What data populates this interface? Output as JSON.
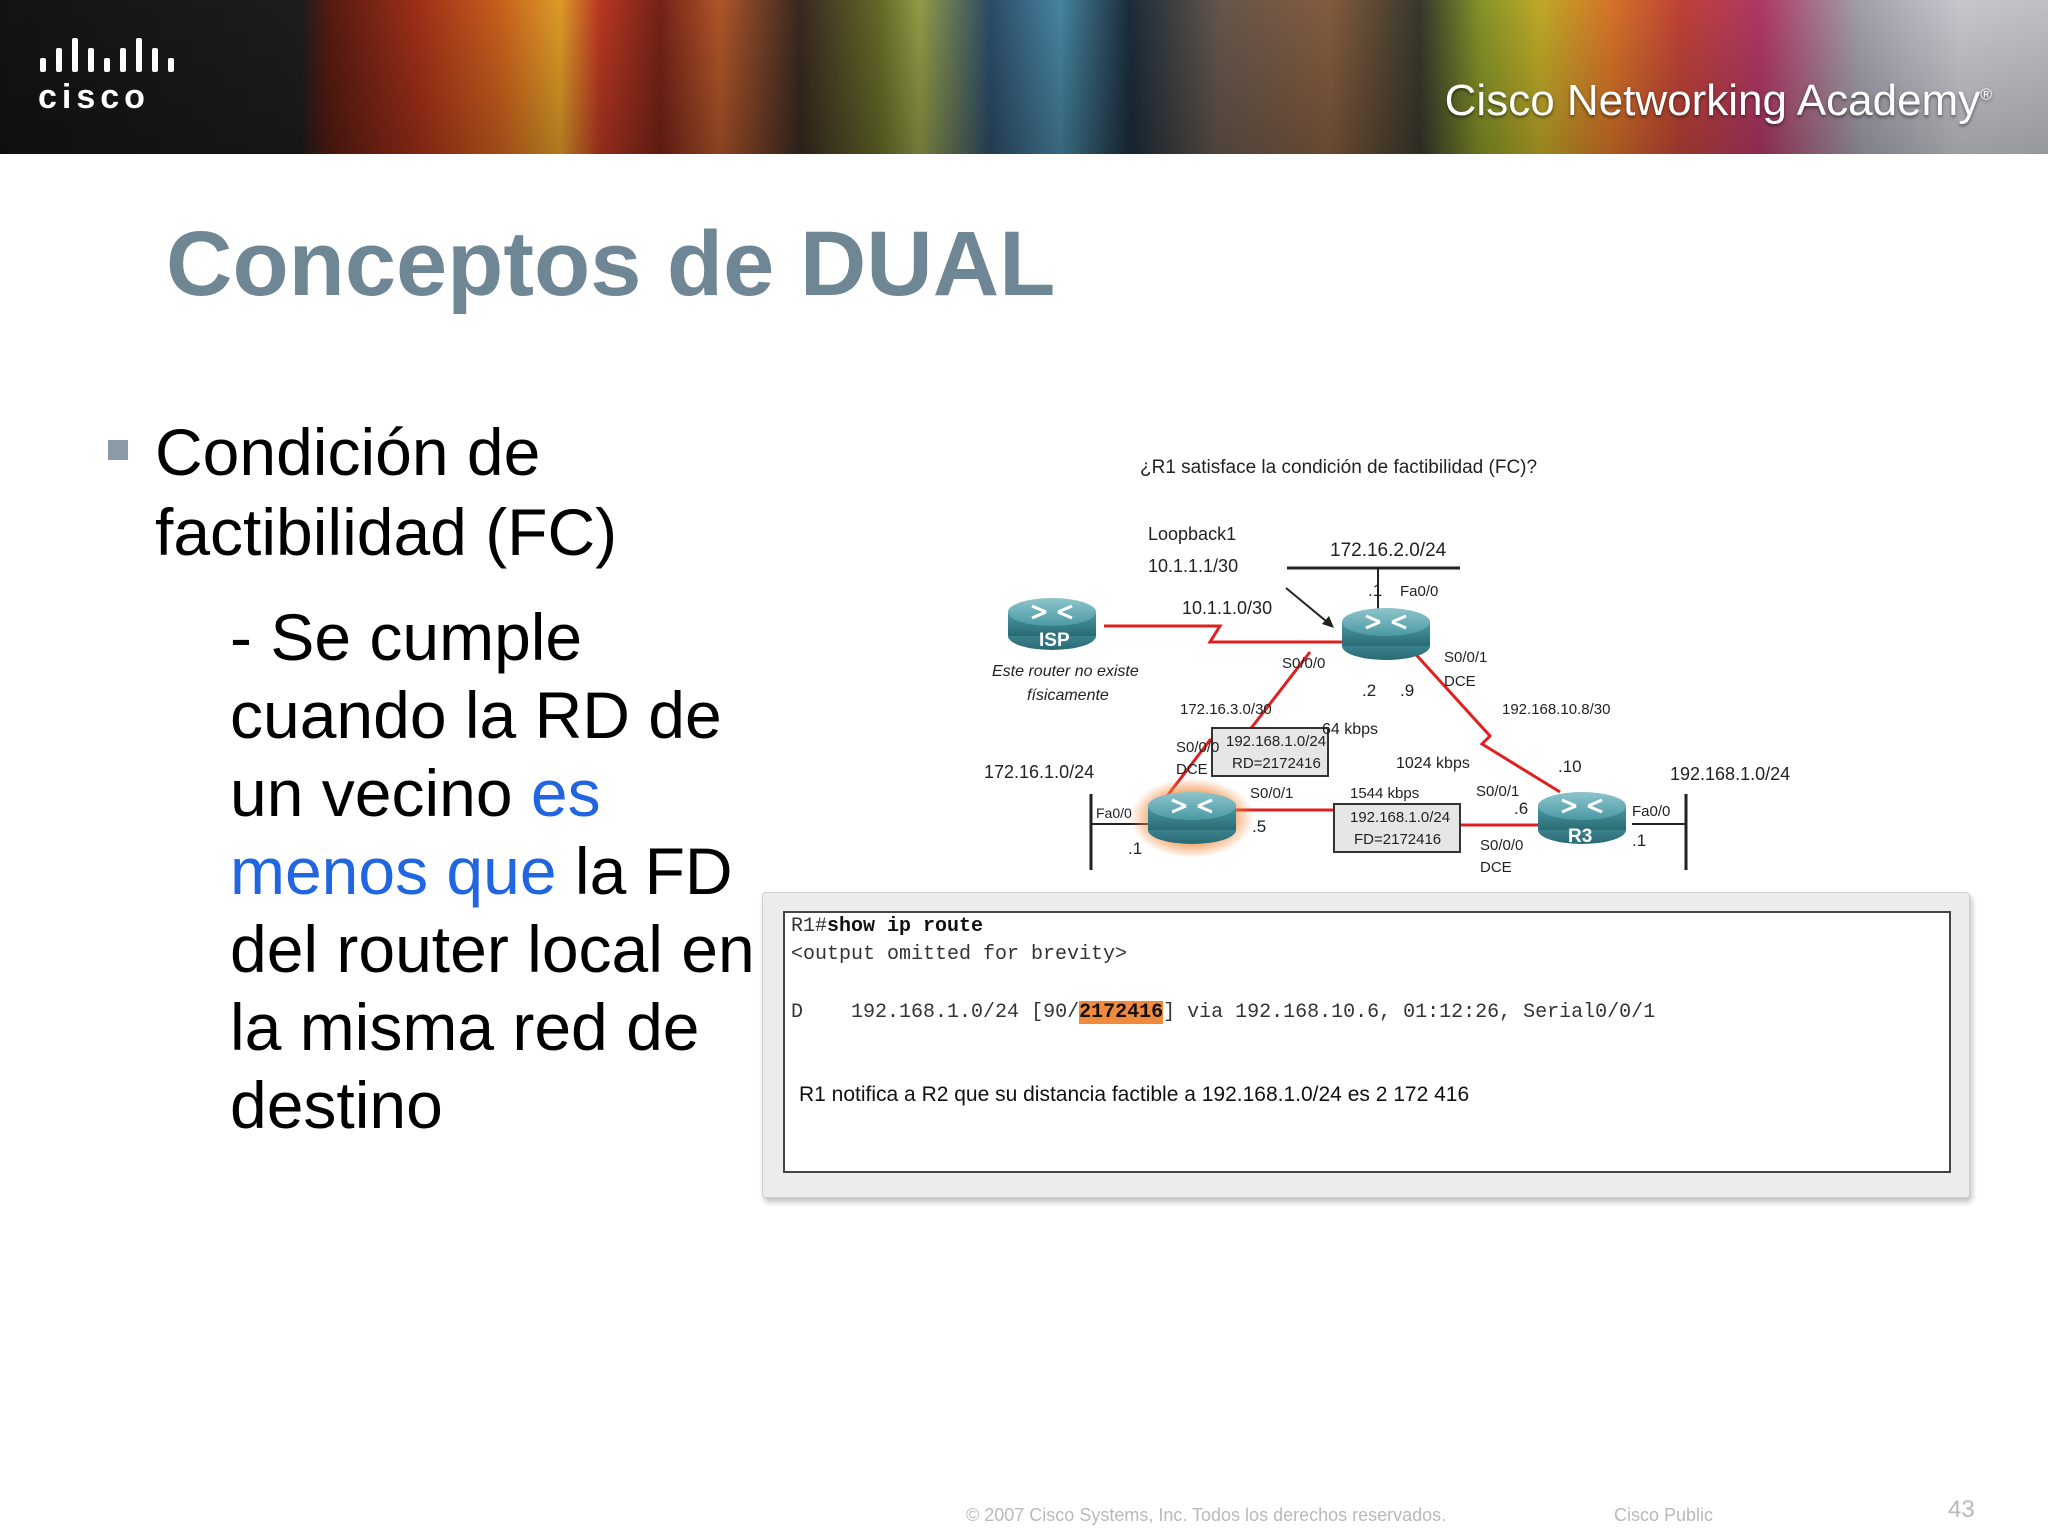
{
  "header": {
    "logo_text": "cisco",
    "academy_text": "Cisco Networking Academy",
    "academy_mark": "®"
  },
  "slide": {
    "title": "Conceptos de DUAL",
    "bullet": "Condición de factibilidad (FC)",
    "sub_before": "- Se cumple cuando la RD de un vecino ",
    "sub_highlight": "es menos que",
    "sub_after": " la FD del router local en la misma red de destino"
  },
  "diagram": {
    "question": "¿R1 satisface la condición de factibilidad (FC)?",
    "loopback_label": "Loopback1",
    "loopback_ip": "10.1.1.1/30",
    "net_r2_lan": "172.16.2.0/24",
    "net_isp_link": "10.1.1.0/30",
    "r2_fa_host": ".1",
    "r2_fa": "Fa0/0",
    "isp_label": "ISP",
    "isp_note_1": "Este router no existe",
    "isp_note_2": "físicamente",
    "r2_s000": "S0/0/0",
    "r2_s001": "S0/0/1",
    "r2_dce": "DCE",
    "r2_host_2": ".2",
    "r2_host_9": ".9",
    "net_r1_r2": "172.16.3.0/30",
    "bw_r1_r2": "64 kbps",
    "net_r2_r3": "192.168.10.8/30",
    "rd_net": "192.168.1.0/24",
    "rd_value": "RD=2172416",
    "r1_s000": "S0/0/0",
    "r1_dce": "DCE",
    "bw_r2_r3": "1024 kbps",
    "r3_host_10": ".10",
    "net_r1_lan": "172.16.1.0/24",
    "net_r3_lan": "192.168.1.0/24",
    "r1_fa": "Fa0/0",
    "r1_s001": "S0/0/1",
    "bw_r1_r3": "1544 kbps",
    "r3_s001": "S0/0/1",
    "r3_fa": "Fa0/0",
    "r1_host_1": ".1",
    "r1_host_5": ".5",
    "fd_net": "192.168.1.0/24",
    "fd_value": "FD=2172416",
    "r3_host_6": ".6",
    "r3_label": "R3",
    "r3_s000": "S0/0/0",
    "r3_dce": "DCE",
    "r3_lan_host": ".1"
  },
  "output": {
    "prompt": "R1#",
    "command": "show ip route",
    "omitted": "<output omitted for brevity>",
    "route_code": "D",
    "route_net": "192.168.1.0/24",
    "route_pre": "[90/",
    "route_fd": "2172416",
    "route_post": "] via 192.168.10.6, 01:12:26, Serial0/0/1",
    "note": "R1 notifica a R2 que su distancia factible a 192.168.1.0/24 es 2 172 416"
  },
  "footer": {
    "copyright": "© 2007 Cisco Systems, Inc. Todos los derechos reservados.",
    "classification": "Cisco Public",
    "page": "43"
  },
  "colors": {
    "title": "#6f8795",
    "highlight": "#1f66e0",
    "link_red": "#e02020",
    "fd_highlight": "#f08a3c",
    "router_teal": "#4a9aa4"
  }
}
